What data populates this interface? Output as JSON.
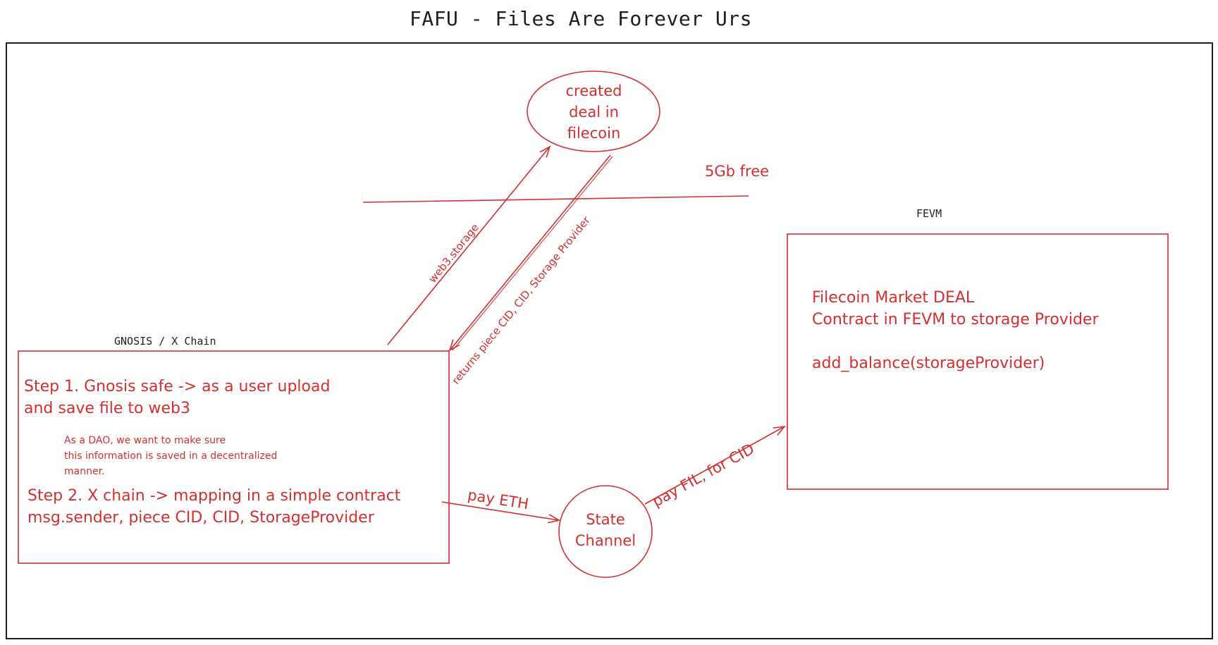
{
  "title": "FAFU - Files Are Forever Urs",
  "colors": {
    "ink": "#1e1e1e",
    "accent_red": "#d32f2f"
  },
  "labels": {
    "gnosis": "GNOSIS / X Chain",
    "fevm": "FEVM"
  },
  "gnosis_box": {
    "step1_line1": "Step 1. Gnosis safe -> as a user upload",
    "step1_line2": "and save file to web3",
    "note_line1": "As a DAO, we want to make sure",
    "note_line2": "this information is saved in a decentralized",
    "note_line3": "manner.",
    "step2_line1": "Step 2. X chain -> mapping in a simple contract",
    "step2_line2": "msg.sender, piece CID, CID, StorageProvider"
  },
  "filecoin_node": {
    "line1": "created",
    "line2": "deal in",
    "line3": "filecoin"
  },
  "free_tier": "5Gb free",
  "state_channel": {
    "line1": "State",
    "line2": "Channel"
  },
  "fevm_box": {
    "line1": "Filecoin Market DEAL",
    "line2": "Contract in FEVM to storage Provider",
    "line3": "add_balance(storageProvider)"
  },
  "arrows": {
    "upload": "web3.storage",
    "returns": "returns piece CID, CID, Storage Provider",
    "pay_eth": "pay ETH",
    "pay_fil": "pay FIL, for CID"
  }
}
